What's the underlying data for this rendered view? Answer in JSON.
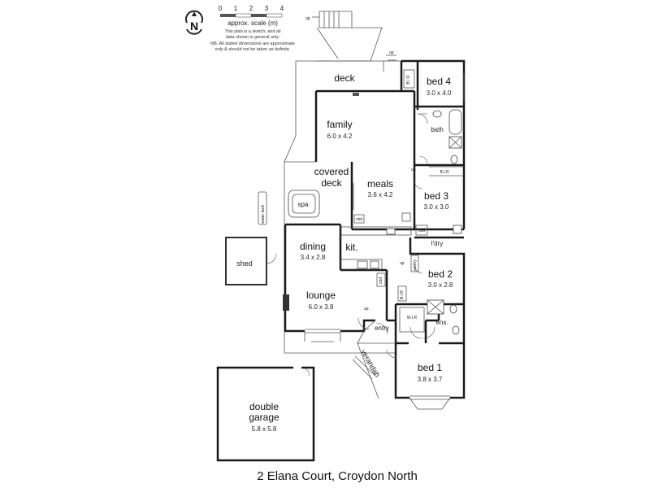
{
  "title": "2 Elana Court, Croydon North",
  "compass": {
    "label": "N",
    "icon": "north-compass-icon"
  },
  "scale": {
    "ticks": [
      "0",
      "1",
      "2",
      "3",
      "4"
    ],
    "label": "approx. scale (m)",
    "note_lines": [
      "This plan is a sketch, and all",
      "data shown is general only.",
      "NB. All stated dimensions are approximate",
      "only & should not be taken as definite."
    ]
  },
  "rooms": {
    "deck": {
      "name": "deck"
    },
    "bed4": {
      "name": "bed 4",
      "dims": "3.0 x 4.0"
    },
    "family": {
      "name": "family",
      "dims": "6.0 x 4.2"
    },
    "bath": {
      "name": "bath"
    },
    "wir_bed3": {
      "name": "B.I.R"
    },
    "covered_deck": {
      "name_line1": "covered",
      "name_line2": "deck"
    },
    "spa": {
      "name": "spa"
    },
    "meals": {
      "name": "meals",
      "dims": "3.6 x 4.2"
    },
    "bed3": {
      "name": "bed 3",
      "dims": "3.0 x 3.0"
    },
    "water_tank": {
      "name": "water tank"
    },
    "dining": {
      "name": "dining",
      "dims": "3.4 x 2.8"
    },
    "kit": {
      "name": "kit."
    },
    "ldry": {
      "name": "l'dry"
    },
    "shed": {
      "name": "shed"
    },
    "bed2": {
      "name": "bed 2",
      "dims": "3.0 x 2.8"
    },
    "lounge": {
      "name": "lounge",
      "dims": "6.0 x 3.8"
    },
    "wir_bed1": {
      "name": "W.I.R"
    },
    "ens": {
      "name": "ens."
    },
    "entry": {
      "name": "entry"
    },
    "verandah": {
      "name": "verandah"
    },
    "bed1": {
      "name": "bed 1",
      "dims": "3.8 x 3.7"
    },
    "garage": {
      "name_line1": "double",
      "name_line2": "garage",
      "dims": "5.8 x 5.8"
    }
  },
  "small_labels": {
    "up": "up",
    "cbd": "cbd",
    "pantry": "pantry",
    "bir": "B.I.R",
    "blr": "B I R"
  }
}
